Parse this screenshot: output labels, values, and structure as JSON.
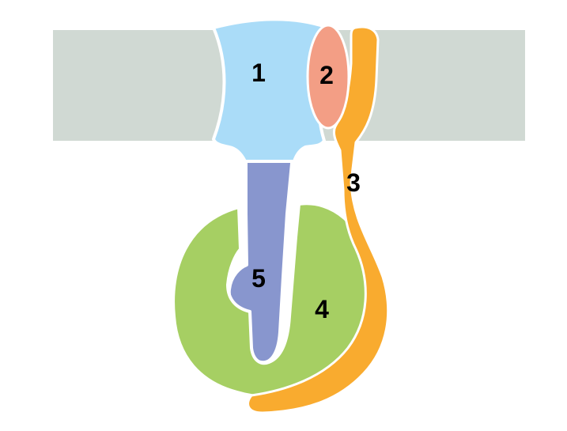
{
  "labels": {
    "part1": "1",
    "part2": "2",
    "part3": "3",
    "part4": "4",
    "part5": "5"
  },
  "colors": {
    "background": "#ffffff",
    "membrane": "#d0d9d3",
    "part1": "#aadcf8",
    "part2": "#f39e85",
    "part3": "#f9ab2f",
    "part4": "#a6cf63",
    "part5": "#8896ce",
    "label_text": "#000000"
  }
}
